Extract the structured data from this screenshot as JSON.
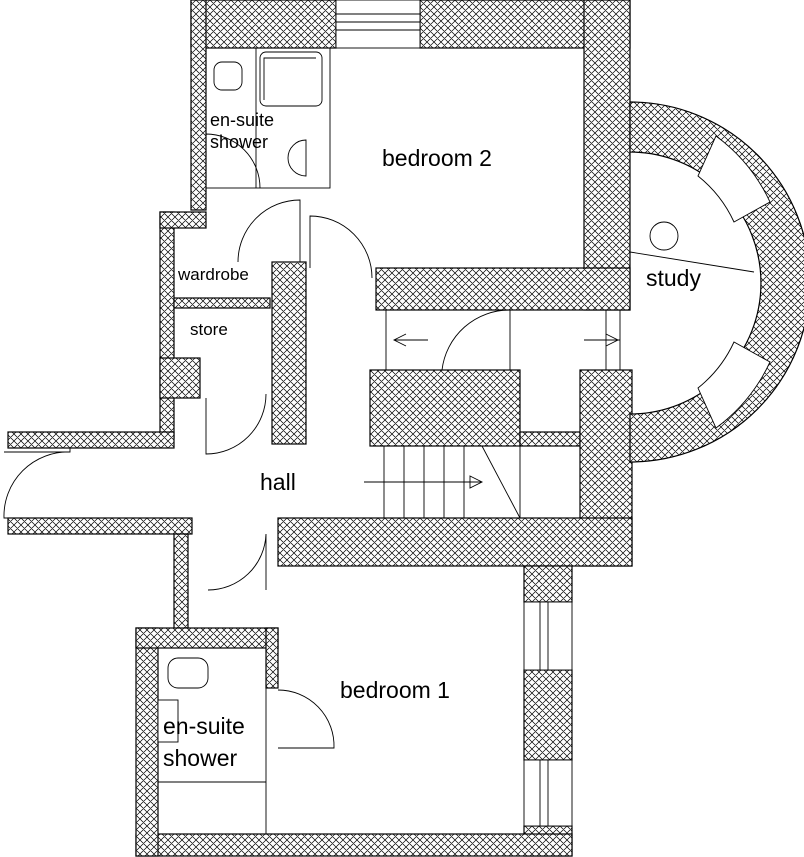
{
  "rooms": {
    "ensuite_top_line1": "en-suite",
    "ensuite_top_line2": "shower",
    "bedroom_2": "bedroom 2",
    "study": "study",
    "wardrobe": "wardrobe",
    "store": "store",
    "hall": "hall",
    "bedroom_1": "bedroom 1",
    "ensuite_bottom_line1": "en-suite",
    "ensuite_bottom_line2": "shower"
  },
  "colors": {
    "line": "#000000",
    "background": "#ffffff",
    "hatch": "#000000"
  }
}
